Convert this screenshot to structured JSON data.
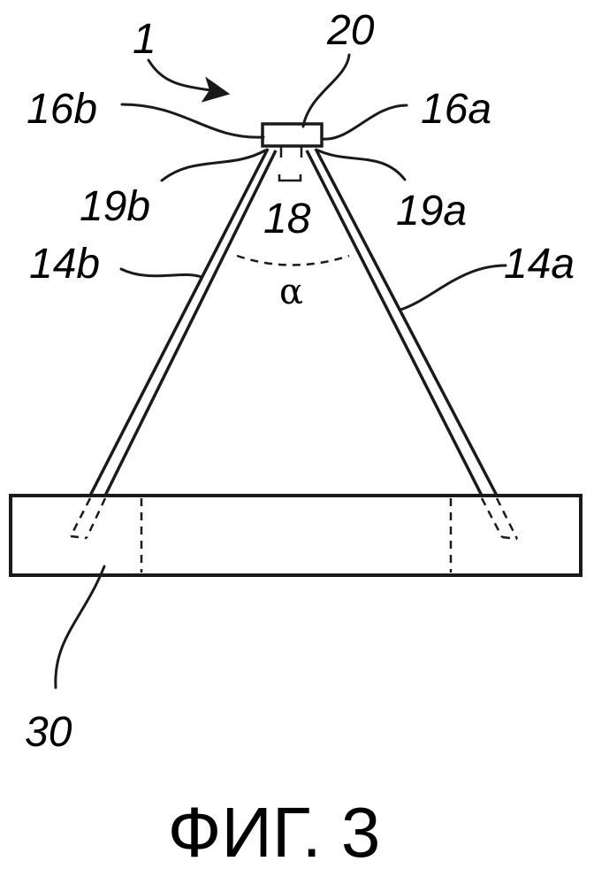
{
  "labels": {
    "assembly": "1",
    "clamp": "20",
    "end_left": "16b",
    "end_right": "16a",
    "joint_left": "19b",
    "joint_right": "19a",
    "gap": "18",
    "leg_left": "14b",
    "leg_right": "14a",
    "angle": "α",
    "base": "30"
  },
  "caption": "ФИГ. 3"
}
